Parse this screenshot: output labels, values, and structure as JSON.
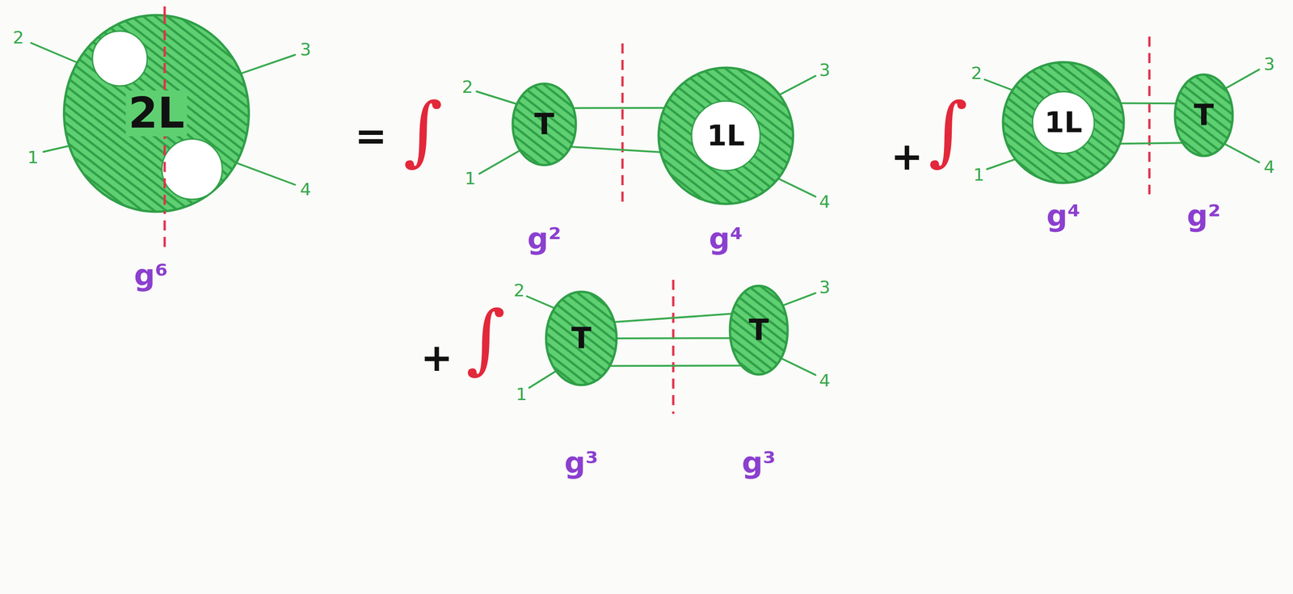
{
  "diagram": {
    "nodes": [
      {
        "text": [
          "2L"
        ]
      },
      {
        "text": [
          "T"
        ]
      },
      {
        "text": [
          "1L"
        ]
      },
      {
        "text": [
          "1L"
        ]
      },
      {
        "text": [
          "T"
        ]
      },
      {
        "text": [
          "T"
        ]
      },
      {
        "text": [
          "T"
        ]
      }
    ],
    "edges": [
      {
        "from": 1,
        "to": 2,
        "arrow": "none"
      },
      {
        "from": 1,
        "to": 2,
        "arrow": "none"
      },
      {
        "from": 3,
        "to": 4,
        "arrow": "none"
      },
      {
        "from": 3,
        "to": 4,
        "arrow": "none"
      },
      {
        "from": 5,
        "to": 6,
        "arrow": "none"
      },
      {
        "from": 5,
        "to": 6,
        "arrow": "none"
      },
      {
        "from": 5,
        "to": 6,
        "arrow": "none"
      }
    ],
    "labels": [
      "2",
      "1",
      "3",
      "4",
      "g⁶",
      "=",
      "∫",
      "2",
      "1",
      "3",
      "4",
      "g²",
      "g⁴",
      "+",
      "∫",
      "2",
      "1",
      "3",
      "4",
      "g⁴",
      "g²",
      "+",
      "∫",
      "2",
      "1",
      "3",
      "4",
      "g³",
      "g³"
    ]
  }
}
